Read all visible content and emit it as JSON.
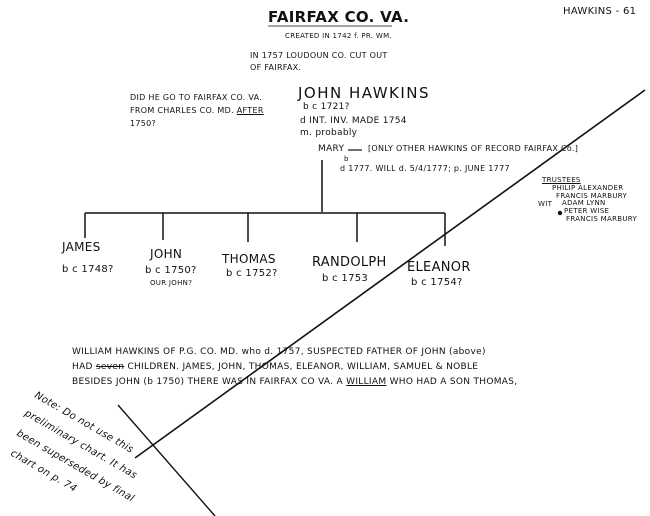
{
  "page_id": "HAWKINS - 61",
  "header": {
    "title": "FAIRFAX CO. VA.",
    "created": "CREATED IN 1742 f. PR. WM.",
    "loudoun_1": "IN 1757 LOUDOUN CO. CUT OUT",
    "loudoun_2": "OF FAIRFAX."
  },
  "question": {
    "line1": "DID HE GO TO FAIRFAX CO. VA.",
    "line2": "FROM CHARLES CO. MD.",
    "after": "AFTER",
    "line3": "1750?"
  },
  "subject": {
    "name": "JOHN HAWKINS",
    "born": "b c 1721?",
    "died_prefix": "d",
    "died": "INT. INV. MADE 1754",
    "married": "m. probably",
    "spouse": "MARY",
    "note": "[ONLY OTHER HAWKINS OF RECORD FAIRFAX Co.]",
    "spouse_b": "b",
    "spouse_d": "d 1777. WILL d. 5/4/1777; p. JUNE 1777"
  },
  "trustees": {
    "heading": "TRUSTEES",
    "names": [
      "PHILIP ALEXANDER",
      "FRANCIS MARBURY"
    ],
    "wit_label": "WIT",
    "witnesses": [
      "ADAM LYNN",
      "PETER WISE",
      "FRANCIS MARBURY"
    ]
  },
  "children": [
    {
      "name": "JAMES",
      "date": "b c 1748?",
      "extra": ""
    },
    {
      "name": "JOHN",
      "date": "b c 1750?",
      "extra": "OUR JOHN?"
    },
    {
      "name": "THOMAS",
      "date": "b c 1752?",
      "extra": ""
    },
    {
      "name": "RANDOLPH",
      "date": "b c 1753",
      "extra": ""
    },
    {
      "name": "ELEANOR",
      "date": "b c 1754?",
      "extra": ""
    }
  ],
  "footer": {
    "line1": "WILLIAM HAWKINS OF P.G. CO. MD. who d. 1757, SUSPECTED FATHER OF JOHN (above)",
    "line2_had": "HAD",
    "line2_struck": "seven",
    "line2_rest": "CHILDREN. JAMES, JOHN, THOMAS, ELEANOR, WILLIAM, SAMUEL & NOBLE",
    "line3_start": "BESIDES JOHN (b 1750) THERE WAS IN FAIRFAX CO VA. A",
    "line3_william": "WILLIAM",
    "line3_end": "WHO HAD A SON THOMAS,"
  },
  "margin_note": {
    "line1": "Note: Do not use this",
    "line2": "preliminary chart. It has",
    "line3": "been superseded by final",
    "line4": "chart on p. 74"
  }
}
